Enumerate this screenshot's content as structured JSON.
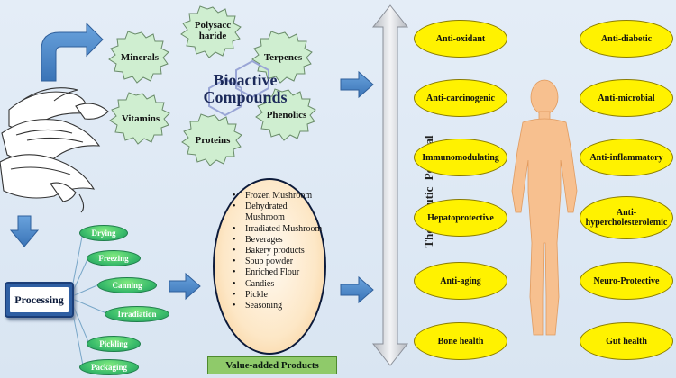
{
  "bioactive": {
    "title_line1": "Bioactive",
    "title_line2": "Compounds",
    "compounds": [
      "Polysacc haride",
      "Minerals",
      "Terpenes",
      "Vitamins",
      "Phenolics",
      "Proteins"
    ]
  },
  "processing": {
    "label": "Processing",
    "methods": [
      "Drying",
      "Freezing",
      "Canning",
      "Irradiation",
      "Pickling",
      "Packaging"
    ]
  },
  "value_added": {
    "items": [
      "Frozen Mushroom",
      "Dehydrated Mushroom",
      "Irradiated Mushroom",
      "Beverages",
      "Bakery products",
      "Soup powder",
      "Enriched Flour",
      "Candies",
      "Pickle",
      "Seasoning"
    ],
    "label": "Value-added Products"
  },
  "therapeutic": {
    "axis_label": "Therapeutic Potential",
    "left": [
      "Anti-oxidant",
      "Anti-carcinogenic",
      "Immunomodulating",
      "Hepatoprotective",
      "Anti-aging",
      "Bone health"
    ],
    "right": [
      "Anti-diabetic",
      "Anti-microbial",
      "Anti-inflammatory",
      "Anti-hypercholesterolemic",
      "Neuro-Protective",
      "Gut health"
    ]
  },
  "colors": {
    "star_fill": "#cfeed0",
    "arrow_blue": "#4a86c8",
    "ellipse_yellow": "#fff200",
    "body_skin": "#f7c08f",
    "processing_green": "#3bbd6b",
    "label_green": "#8fca6a"
  }
}
